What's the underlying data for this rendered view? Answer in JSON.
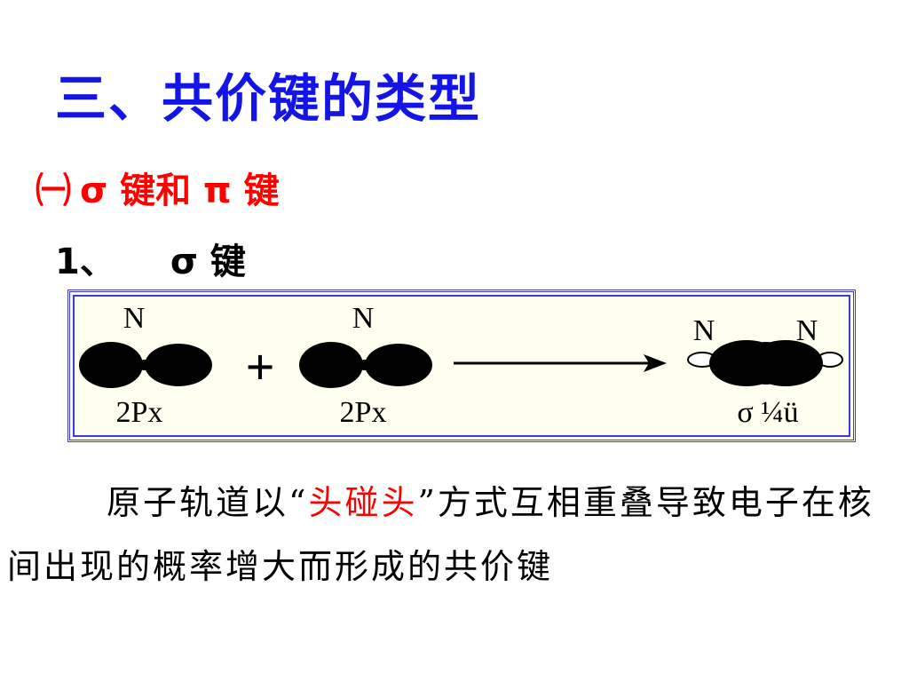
{
  "slide": {
    "title": "三、共价键的类型",
    "subtitle": {
      "number": "㈠",
      "text": "σ 键和 π 键"
    },
    "section": {
      "number": "1、",
      "text": "σ 键"
    }
  },
  "diagram": {
    "atom_left_label": "N",
    "atom_middle_label": "N",
    "product_left_label": "N",
    "product_right_label": "N",
    "orbital_left_label": "2Px",
    "orbital_middle_label": "2Px",
    "plus_sign": "+",
    "product_label": "σ ¼ü"
  },
  "body": {
    "before": "原子轨道以“",
    "highlight": "头碰头",
    "after": "”方式互相重叠导致电子在核间出现的概率增大而形成的共价键"
  },
  "colors": {
    "title": "#1414e6",
    "subtitle": "#ff0000",
    "highlight": "#ff0000",
    "frame": "#3b3bd6"
  }
}
